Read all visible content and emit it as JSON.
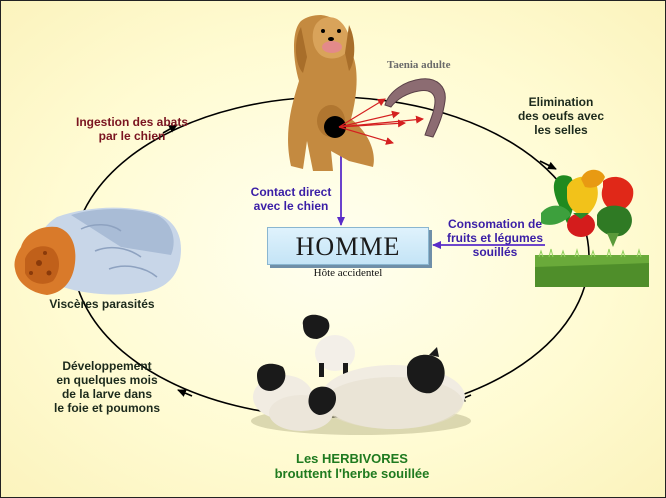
{
  "labels": {
    "elimination": [
      "Elimination",
      "des oeufs avec",
      "les selles"
    ],
    "ingestion": [
      "Ingestion des abats",
      "par le chien"
    ],
    "contact": [
      "Contact direct",
      "avec le chien"
    ],
    "consomation": [
      "Consomation de",
      "fruits et légumes",
      "souillés"
    ],
    "visceres": "Viscères parasités",
    "developpement": [
      "Développement",
      "en quelques mois",
      "de la larve dans",
      "le foie et poumons"
    ],
    "herbivores": [
      "Les HERBIVORES",
      "brouttent l'herbe souillée"
    ],
    "homme": "HOMME",
    "hote": "Hôte accidentel",
    "taenia": "Taenia adulte"
  },
  "icons": [
    "dog-image",
    "tapeworm-image",
    "vegetables-image",
    "grass-image",
    "sheep-image",
    "liver-image"
  ],
  "colors": {
    "cycle_label": "#7a1420",
    "transmission_arrow": "#5a2dc8",
    "herbivores_label": "#1f7a1f",
    "homme_box": "#cfeaf8"
  }
}
